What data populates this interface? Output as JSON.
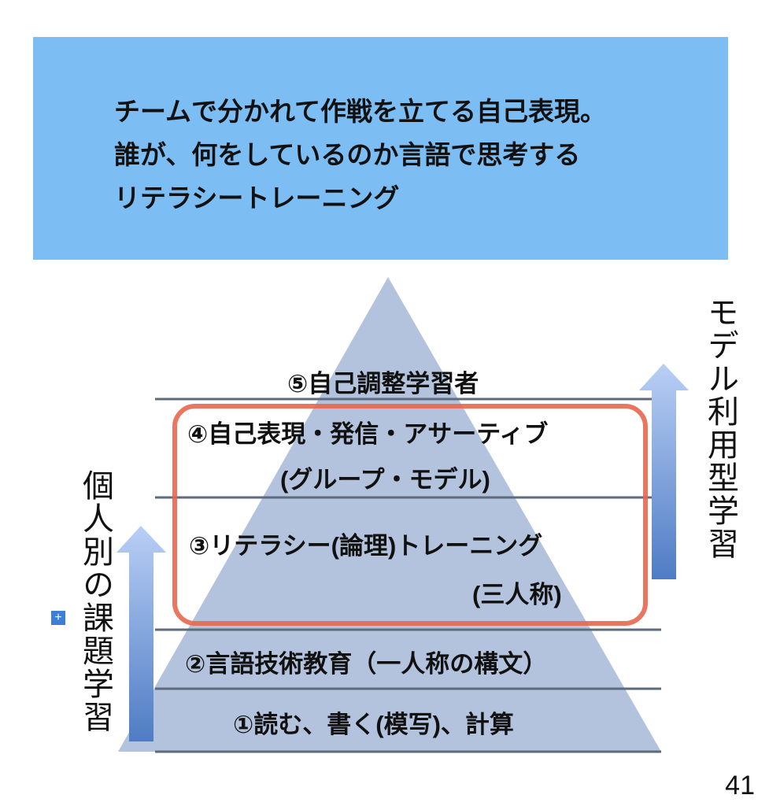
{
  "banner": {
    "lines": [
      "チームで分かれて作戦を立てる自己表現。",
      "誰が、何をしているのか言語で思考する",
      "リテラシートレーニング"
    ]
  },
  "pyramid": {
    "levels": [
      {
        "label": "⑤自己調整学習者"
      },
      {
        "label": "④自己表現・発信・アサーティブ",
        "sub": "(グループ・モデル)"
      },
      {
        "label": "③リテラシー(論理)トレーニング",
        "sub": "(三人称)"
      },
      {
        "label": "②言語技術教育（一人称の構文）"
      },
      {
        "label": "①読む、書く(模写)、計算"
      }
    ]
  },
  "left_axis": {
    "label": "個人別の課題学習"
  },
  "right_axis": {
    "label": "モデル利用型学習"
  },
  "expand_icon": "+",
  "page_number": "41",
  "colors": {
    "banner": "#7cbdf4",
    "pyramid": "#b3c3dd",
    "highlight": "#e8674f",
    "arrow": "#5b86c9"
  }
}
